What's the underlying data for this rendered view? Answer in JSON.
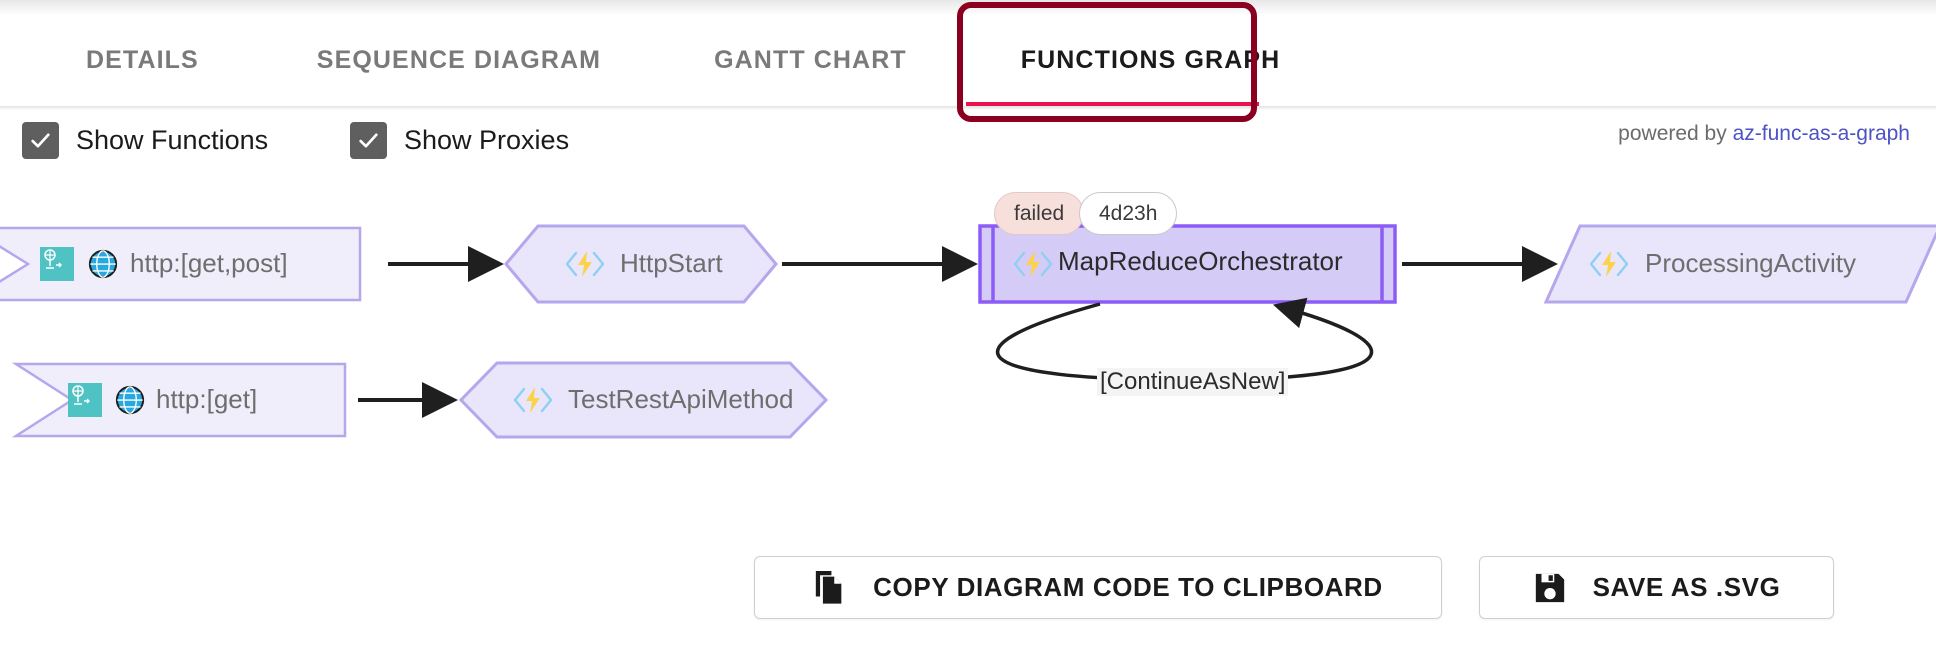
{
  "tabs": [
    {
      "id": "details",
      "label": "DETAILS",
      "active": false
    },
    {
      "id": "sequence",
      "label": "SEQUENCE DIAGRAM",
      "active": false
    },
    {
      "id": "gantt",
      "label": "GANTT CHART",
      "active": false
    },
    {
      "id": "functions-graph",
      "label": "FUNCTIONS GRAPH",
      "active": true
    }
  ],
  "options": {
    "show_functions": {
      "label": "Show Functions",
      "checked": true
    },
    "show_proxies": {
      "label": "Show Proxies",
      "checked": true
    }
  },
  "credit": {
    "prefix": "powered by ",
    "link_text": "az-func-as-a-graph"
  },
  "graph": {
    "nodes": [
      {
        "id": "proxy-http-get-post",
        "label": "http:[get,post]",
        "shape": "proxy-flag",
        "kind": "proxy"
      },
      {
        "id": "httpstart",
        "label": "HttpStart",
        "shape": "hexagon",
        "kind": "function"
      },
      {
        "id": "mapreduceorchestrator",
        "label": "MapReduceOrchestrator",
        "shape": "double-rect",
        "kind": "orchestrator"
      },
      {
        "id": "processingactivity",
        "label": "ProcessingActivity",
        "shape": "parallelogram",
        "kind": "activity"
      },
      {
        "id": "proxy-http-get",
        "label": "http:[get]",
        "shape": "proxy-flag",
        "kind": "proxy"
      },
      {
        "id": "testrestapimethod",
        "label": "TestRestApiMethod",
        "shape": "hexagon",
        "kind": "function"
      }
    ],
    "badges": [
      {
        "id": "status",
        "label": "failed",
        "style": "failed"
      },
      {
        "id": "duration",
        "label": "4d23h",
        "style": "duration"
      }
    ],
    "edges": [
      {
        "from": "proxy-http-get-post",
        "to": "httpstart",
        "label": ""
      },
      {
        "from": "httpstart",
        "to": "mapreduceorchestrator",
        "label": ""
      },
      {
        "from": "mapreduceorchestrator",
        "to": "processingactivity",
        "label": ""
      },
      {
        "from": "mapreduceorchestrator",
        "to": "mapreduceorchestrator",
        "label": "[ContinueAsNew]"
      },
      {
        "from": "proxy-http-get",
        "to": "testrestapimethod",
        "label": ""
      }
    ],
    "self_loop_label": "[ContinueAsNew]"
  },
  "actions": {
    "copy": {
      "label": "COPY DIAGRAM CODE TO CLIPBOARD",
      "icon": "copy-icon"
    },
    "save": {
      "label": "SAVE AS .SVG",
      "icon": "floppy-disk-icon"
    }
  },
  "colors": {
    "accent_underline": "#e8134f",
    "annotation": "#8b0020",
    "node_fill": "#e9e6fb",
    "node_stroke": "#b6a6ec",
    "orchestrator_fill": "#d4ccf7",
    "orchestrator_stroke": "#8b5cf6",
    "proxy_icon": "#4fc3c3",
    "link": "#4d52c4",
    "failed_badge": "#f7dfdc"
  }
}
